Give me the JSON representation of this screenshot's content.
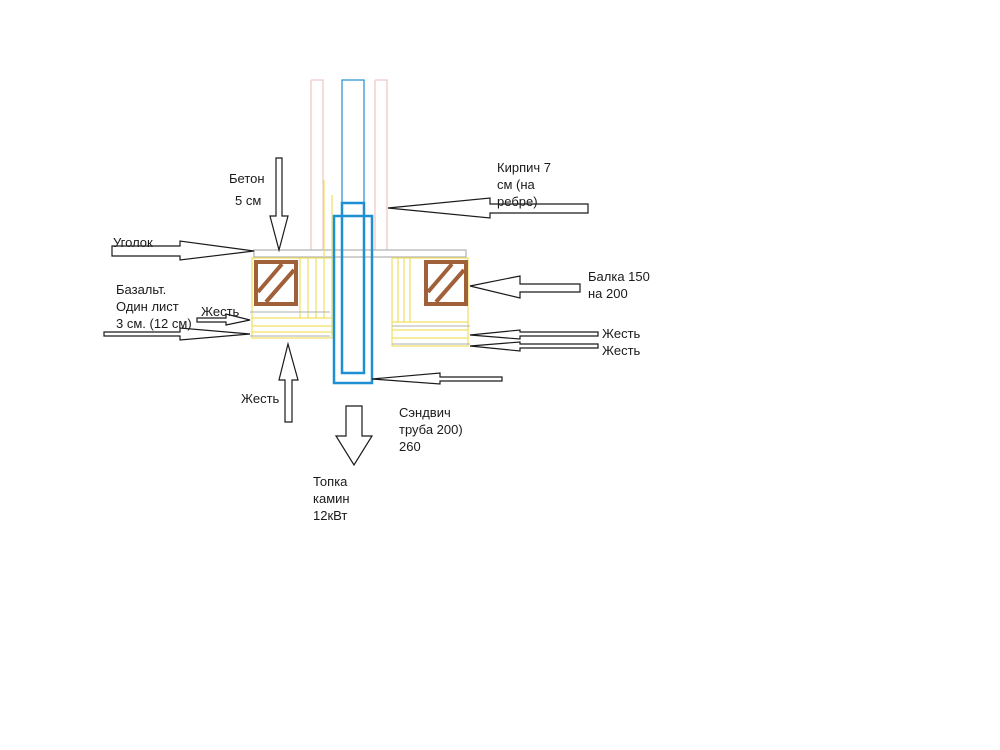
{
  "diagram": {
    "labels": {
      "beton": [
        "Бетон",
        "5 см"
      ],
      "kirpich": [
        "Кирпич 7",
        "см (на",
        "ребре)"
      ],
      "ugolok": [
        "Уголок"
      ],
      "bazalt": [
        "Базальт.",
        "Один лист",
        "3 см. (12 см)"
      ],
      "zhest_left_inner": [
        "Жесть"
      ],
      "zhest_left_bottom": [
        "Жесть"
      ],
      "balka": [
        "Балка 150",
        "на 200"
      ],
      "zhest_right_1": [
        "Жесть"
      ],
      "zhest_right_2": [
        "Жесть"
      ],
      "sandwich": [
        "Сэндвич",
        "труба 200)",
        "260"
      ],
      "topka": [
        "Топка",
        "камин",
        "12кВт"
      ]
    },
    "colors": {
      "line": "#1a1a1a",
      "brick": "#f0c8c8",
      "pipe": "#1e8fd0",
      "beam": "#a0603a",
      "insulation": "#f0e060",
      "angle": "#b0b0b0"
    }
  }
}
